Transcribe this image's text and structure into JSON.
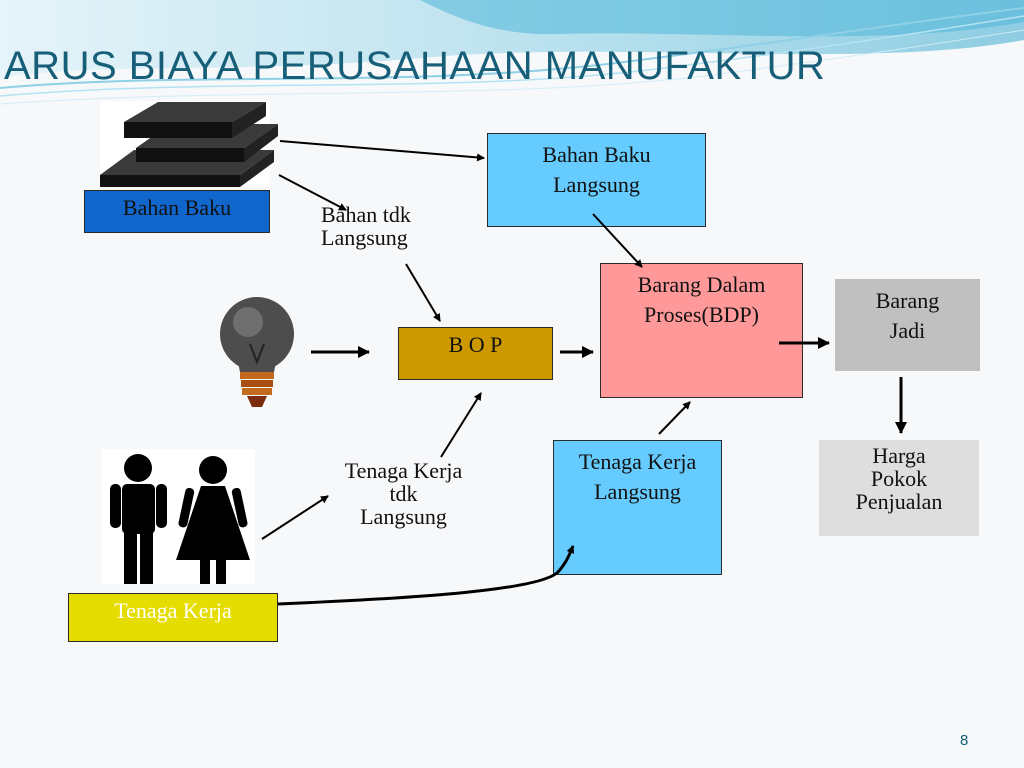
{
  "title": "ARUS BIAYA PERUSAHAAN MANUFAKTUR",
  "page_number": "8",
  "colors": {
    "title": "#175e78",
    "bahan_baku_box": "#1166cc",
    "bahan_baku_langsung_box": "#66ccff",
    "bop_box": "#cc9900",
    "bdp_box": "#ff9999",
    "barang_jadi_box": "#c0c0c0",
    "harga_pokok_box": "#dedede",
    "tenaga_kerja_langsung_box": "#66ccff",
    "tenaga_kerja_box": "#e6dd00"
  },
  "nodes": {
    "bahan_baku": "Bahan Baku",
    "bahan_baku_langsung": [
      "Bahan Baku",
      "Langsung"
    ],
    "bahan_tdk_langsung": [
      "Bahan tdk",
      "Langsung"
    ],
    "bop": "B O P",
    "barang_dalam_proses": [
      "Barang Dalam",
      "Proses(BDP)"
    ],
    "barang_jadi": [
      "Barang",
      "Jadi"
    ],
    "harga_pokok_penjualan": [
      "Harga",
      "Pokok",
      "Penjualan"
    ],
    "tenaga_kerja_langsung": [
      "Tenaga Kerja",
      "Langsung"
    ],
    "tenaga_kerja_tdk_langsung": [
      "Tenaga Kerja",
      "tdk",
      "Langsung"
    ],
    "tenaga_kerja": "Tenaga Kerja"
  },
  "icons": [
    "books-stack-icon",
    "light-bulb-icon",
    "people-icon"
  ]
}
